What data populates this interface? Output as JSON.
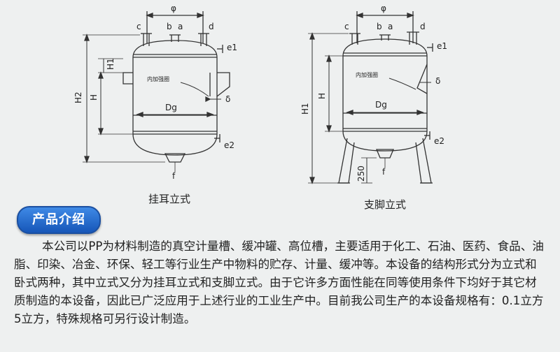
{
  "figures": {
    "left": {
      "caption": "挂耳立式",
      "labels": {
        "phi": "φ",
        "b": "b",
        "a": "a",
        "c": "c",
        "d": "d",
        "e1": "e1",
        "e2": "e2",
        "f": "f",
        "H1": "H1",
        "H": "H",
        "H2": "H2",
        "Dg": "Dg",
        "delta": "δ",
        "reinforce": "内加强圈"
      }
    },
    "right": {
      "caption": "支脚立式",
      "labels": {
        "phi": "φ",
        "b": "b",
        "a": "a",
        "c": "c",
        "d": "d",
        "e1": "e1",
        "e2": "e2",
        "f": "f",
        "H": "H",
        "H1": "H1",
        "leg": "250",
        "Dg": "Dg",
        "delta": "δ",
        "reinforce": "内加强圈"
      }
    }
  },
  "section": {
    "title": "产品介绍"
  },
  "description": "本公司以PP为材料制造的真空计量槽、缓冲罐、高位槽，主要适用于化工、石油、医药、食品、油脂、印染、冶金、环保、轻工等行业生产中物料的贮存、计量、缓冲等。本设备的结构形式分为立式和卧式两种，其中立式又分为挂耳立式和支脚立式。由于它许多方面性能在同等使用条件下均好于其它材质制造的本设备，因此已广泛应用于上述行业的工业生产中。目前我公司生产的本设备规格有：0.1立方5立方，特殊规格可另行设计制造。"
}
